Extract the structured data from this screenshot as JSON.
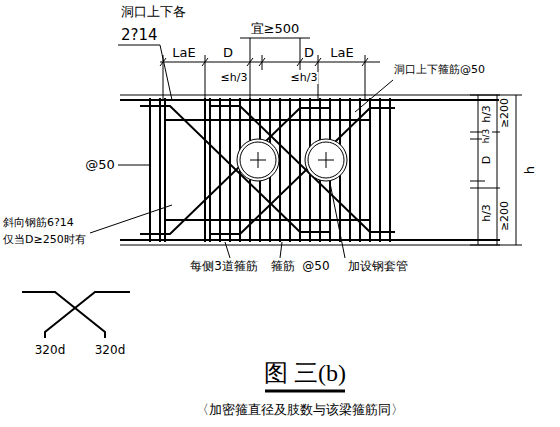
{
  "diagram": {
    "title": "图 三(b)",
    "caption": "〈加密箍直径及肢数与该梁箍筋同〉",
    "labels": [
      "洞口上下各",
      "2?14",
      "LaE",
      "D",
      "宜≥500",
      "D",
      "LaE",
      "≤h/3",
      "≤h/3",
      "洞口上下箍筋@50",
      "≥200",
      "h/3",
      "h/3",
      "D",
      "h/3",
      "≥200",
      "h",
      "@50",
      "斜向钢筋6?14",
      "仅当D≥250时有",
      "每侧3道箍筋",
      "箍筋",
      "@50",
      "加设钢套管",
      "320d",
      "320d"
    ]
  }
}
